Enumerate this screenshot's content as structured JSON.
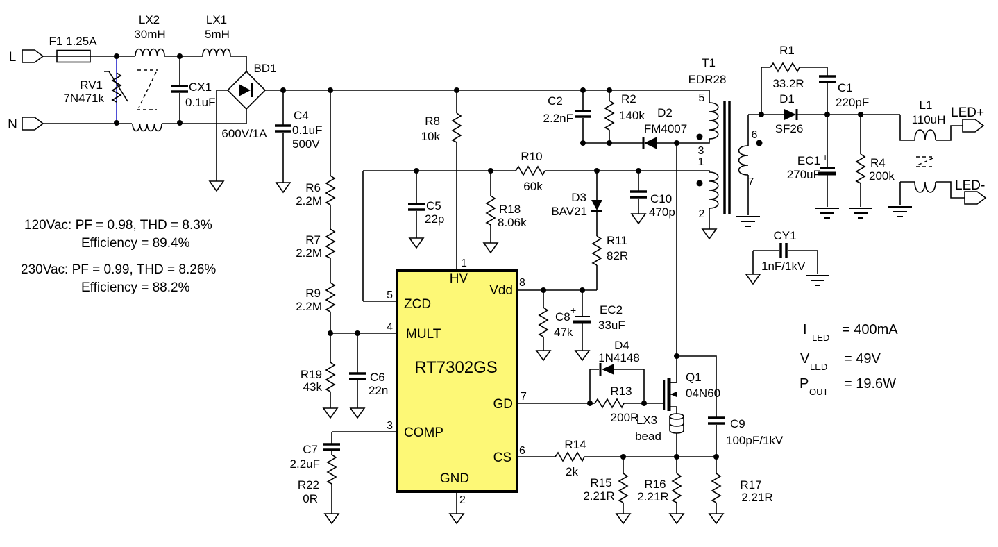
{
  "terminals": {
    "line": "L",
    "neutral": "N",
    "led_pos": "LED+",
    "led_neg": "LED-"
  },
  "components": {
    "f1": {
      "label": "F1 1.25A"
    },
    "rv1": {
      "ref": "RV1",
      "val": "7N471k"
    },
    "lx2": {
      "ref": "LX2",
      "val": "30mH"
    },
    "lx1": {
      "ref": "LX1",
      "val": "5mH"
    },
    "cx1": {
      "ref": "CX1",
      "val": "0.1uF"
    },
    "bd1": {
      "ref": "BD1",
      "val": "600V/1A"
    },
    "c4": {
      "ref": "C4",
      "val": "0.1uF",
      "val2": "500V"
    },
    "r6": {
      "ref": "R6",
      "val": "2.2M"
    },
    "r7": {
      "ref": "R7",
      "val": "2.2M"
    },
    "r9": {
      "ref": "R9",
      "val": "2.2M"
    },
    "r19": {
      "ref": "R19",
      "val": "43k"
    },
    "c6": {
      "ref": "C6",
      "val": "22n"
    },
    "c7": {
      "ref": "C7",
      "val": "2.2uF"
    },
    "r22": {
      "ref": "R22",
      "val": "0R"
    },
    "r8": {
      "ref": "R8",
      "val": "10k"
    },
    "c5": {
      "ref": "C5",
      "val": "22p"
    },
    "r10": {
      "ref": "R10",
      "val": "60k"
    },
    "r18": {
      "ref": "R18",
      "val": "8.06k"
    },
    "d3": {
      "ref": "D3",
      "val": "BAV21"
    },
    "r11": {
      "ref": "R11",
      "val": "82R"
    },
    "c10": {
      "ref": "C10",
      "val": "470p"
    },
    "c2": {
      "ref": "C2",
      "val": "2.2nF"
    },
    "r2": {
      "ref": "R2",
      "val": "140k"
    },
    "d2": {
      "ref": "D2",
      "val": "FM4007"
    },
    "c8": {
      "ref": "C8",
      "val": "47k"
    },
    "ec2": {
      "ref": "EC2",
      "val": "33uF",
      "plus": "+"
    },
    "d4": {
      "ref": "D4",
      "val": "1N4148"
    },
    "r13": {
      "ref": "R13",
      "val": "200R"
    },
    "q1": {
      "ref": "Q1",
      "val": "04N60"
    },
    "lx3": {
      "ref": "LX3",
      "val": "bead"
    },
    "c9": {
      "ref": "C9",
      "val": "100pF/1kV"
    },
    "r14": {
      "ref": "R14",
      "val": "2k"
    },
    "r15": {
      "ref": "R15",
      "val": "2.21R"
    },
    "r16": {
      "ref": "R16",
      "val": "2.21R"
    },
    "r17": {
      "ref": "R17",
      "val": "2.21R"
    },
    "r1": {
      "ref": "R1",
      "val": "33.2R"
    },
    "c1": {
      "ref": "C1",
      "val": "220pF"
    },
    "d1": {
      "ref": "D1",
      "val": "SF26"
    },
    "ec1": {
      "ref": "EC1",
      "val": "270uF",
      "plus": "+"
    },
    "r4": {
      "ref": "R4",
      "val": "200k"
    },
    "l1": {
      "ref": "L1",
      "val": "110uH"
    },
    "cy1": {
      "ref": "CY1",
      "val": "1nF/1kV"
    }
  },
  "transformer": {
    "ref": "T1",
    "val": "EDR28",
    "pin5": "5",
    "pin3": "3",
    "pin1": "1",
    "pin2": "2",
    "pin6": "6",
    "pin7": "7"
  },
  "ic": {
    "part": "RT7302GS",
    "hv": "HV",
    "hv_num": "1",
    "zcd": "ZCD",
    "zcd_num": "5",
    "mult": "MULT",
    "mult_num": "4",
    "comp": "COMP",
    "comp_num": "3",
    "vdd": "Vdd",
    "vdd_num": "8",
    "gd": "GD",
    "gd_num": "7",
    "cs": "CS",
    "cs_num": "6",
    "gnd": "GND",
    "gnd_num": "2"
  },
  "specs_left": {
    "l1": "120Vac: PF = 0.98, THD = 8.3%",
    "l2": "Efficiency = 89.4%",
    "l3": "230Vac: PF = 0.99, THD = 8.26%",
    "l4": "Efficiency = 88.2%"
  },
  "specs_right": {
    "i_sym": "I",
    "i_sub": "LED",
    "i_eq": "= 400mA",
    "v_sym": "V",
    "v_sub": "LED",
    "v_eq": "= 49V",
    "p_sym": "P",
    "p_sub": "OUT",
    "p_eq": "= 19.6W"
  },
  "colors": {
    "background": "#FFFFFF",
    "wire": "#000000",
    "ic_fill": "#FDF876",
    "varistor_wire": "#2222CC"
  }
}
